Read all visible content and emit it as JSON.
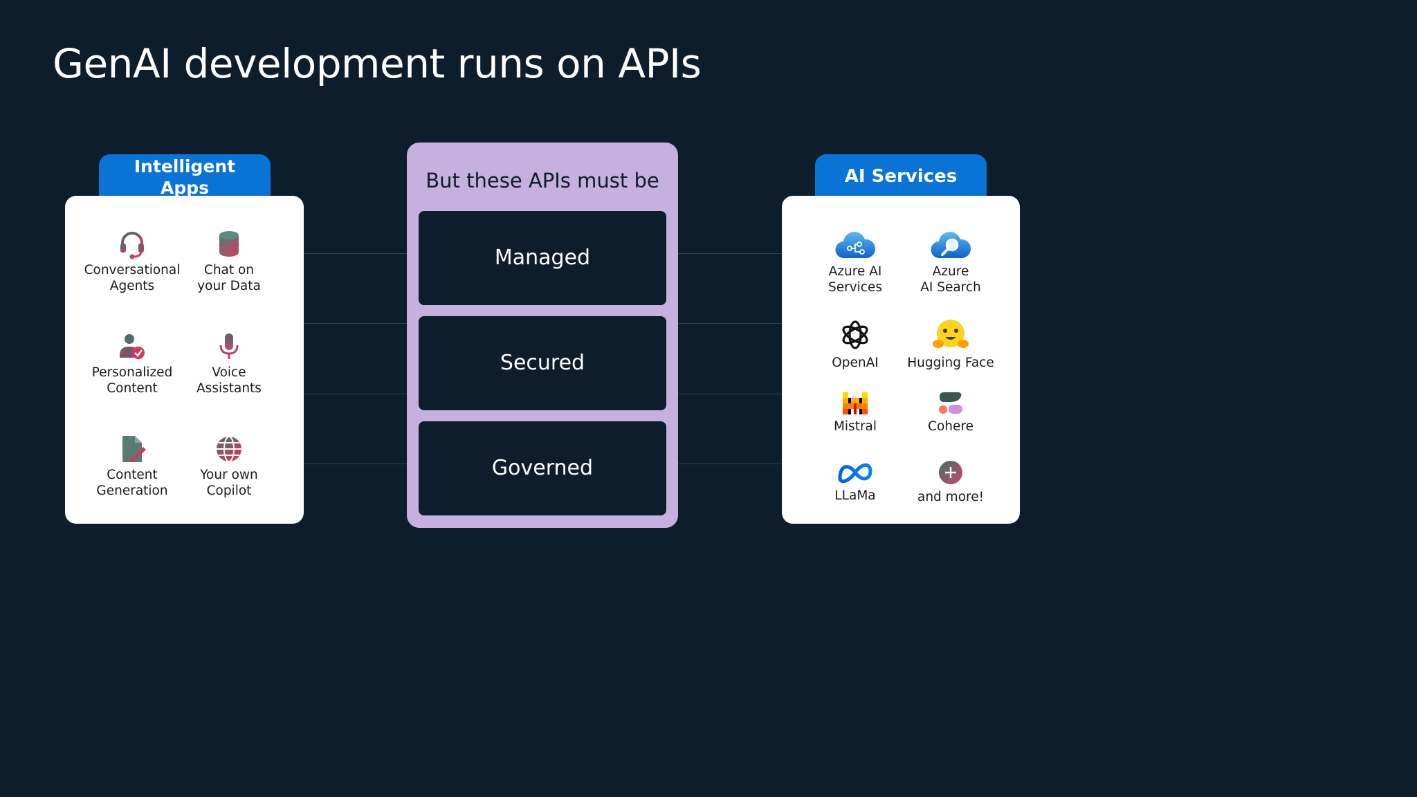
{
  "title": "GenAI development runs on APIs",
  "intelligent_apps": {
    "heading": "Intelligent Apps",
    "items": [
      {
        "label": "Conversational\nAgents",
        "icon": "headset-icon"
      },
      {
        "label": "Chat on\nyour Data",
        "icon": "database-icon"
      },
      {
        "label": "Personalized\nContent",
        "icon": "person-check-icon"
      },
      {
        "label": "Voice\nAssistants",
        "icon": "microphone-icon"
      },
      {
        "label": "Content\nGeneration",
        "icon": "document-edit-icon"
      },
      {
        "label": "Your own\nCopilot",
        "icon": "globe-icon"
      }
    ]
  },
  "apis": {
    "heading": "But these APIs must be",
    "items": [
      "Managed",
      "Secured",
      "Governed"
    ]
  },
  "ai_services": {
    "heading": "AI Services",
    "items": [
      {
        "label": "Azure AI\nServices",
        "icon": "azure-ai-services-icon"
      },
      {
        "label": "Azure\nAI Search",
        "icon": "azure-ai-search-icon"
      },
      {
        "label": "OpenAI",
        "icon": "openai-icon"
      },
      {
        "label": "Hugging Face",
        "icon": "hugging-face-icon"
      },
      {
        "label": "Mistral",
        "icon": "mistral-icon"
      },
      {
        "label": "Cohere",
        "icon": "cohere-icon"
      },
      {
        "label": "LLaMa",
        "icon": "meta-icon"
      },
      {
        "label": "and more!",
        "icon": "plus-icon"
      }
    ]
  },
  "colors": {
    "background": "#0d1d2b",
    "tab_blue": "#0a73d6",
    "center_panel": "#c5b0de"
  }
}
